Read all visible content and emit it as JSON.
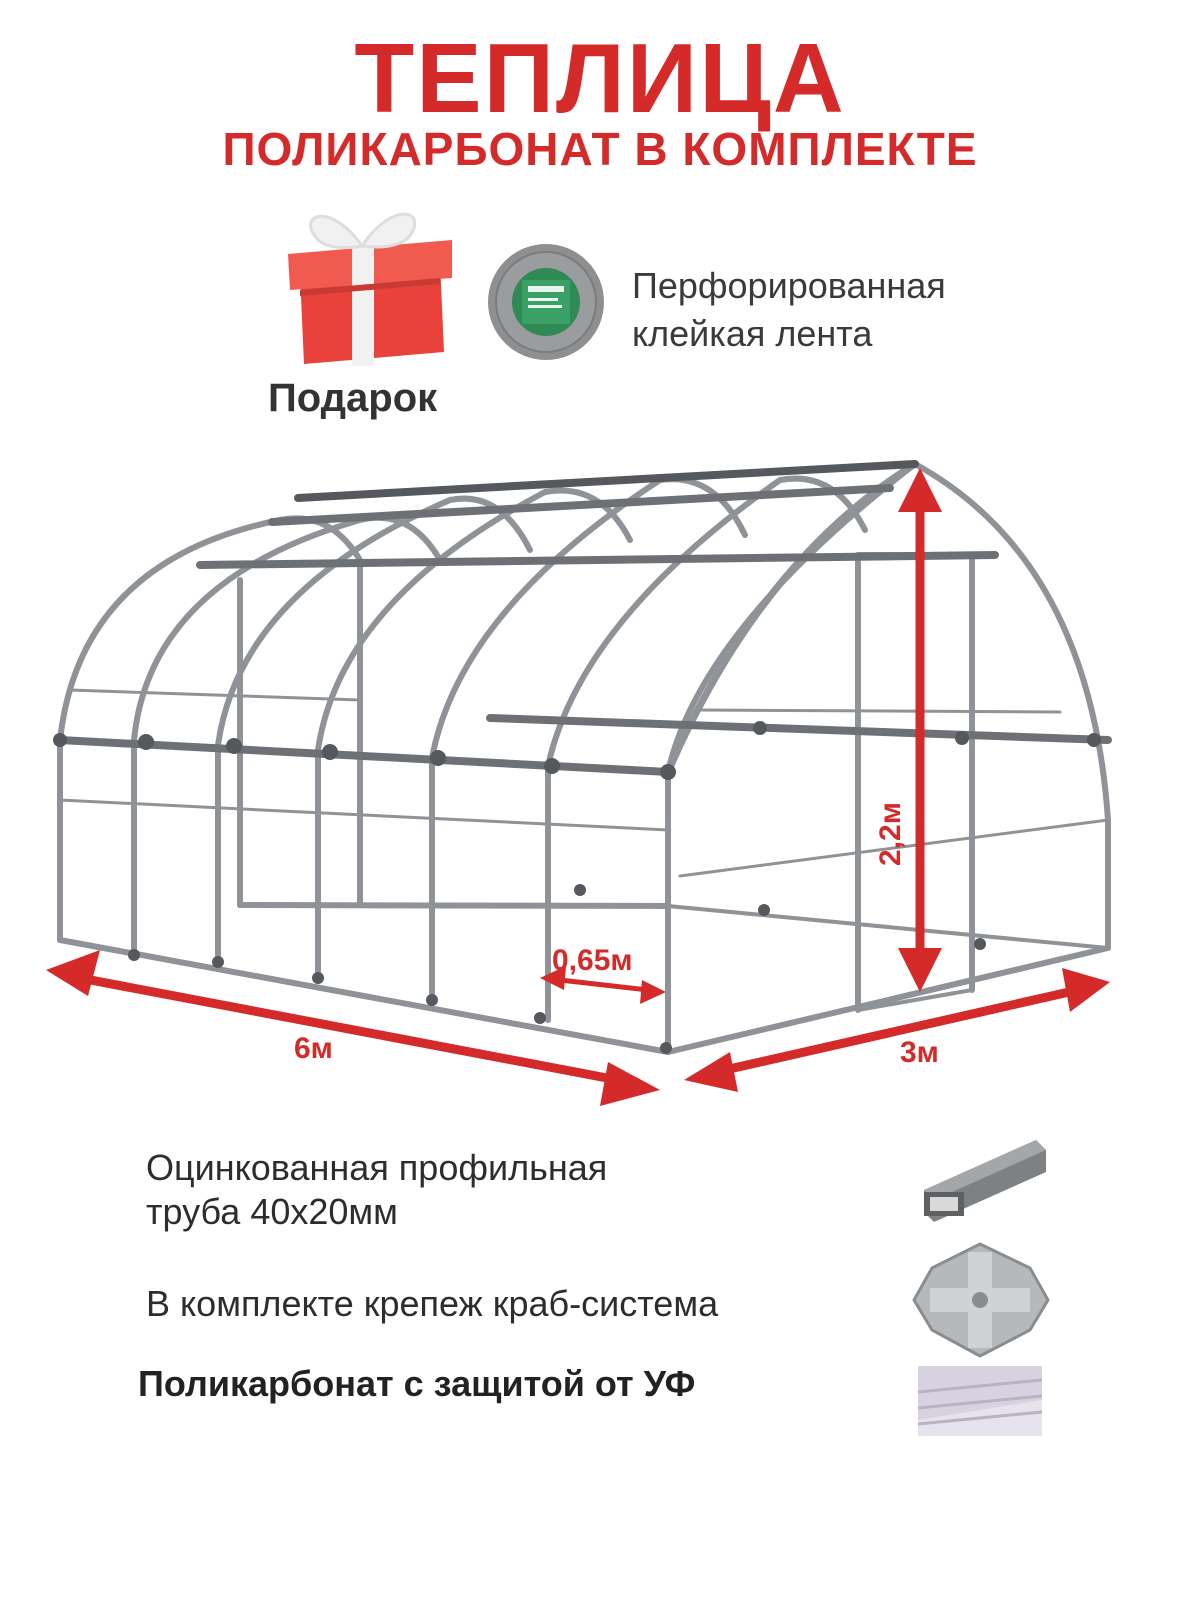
{
  "title": "ТЕПЛИЦА",
  "subtitle": "ПОЛИКАРБОНАТ В КОМПЛЕКТЕ",
  "gift": {
    "label": "Подарок"
  },
  "tape": {
    "line1": "Перфорированная",
    "line2": "клейкая лента"
  },
  "dimensions": {
    "length": "6м",
    "width": "3м",
    "height": "2,2м",
    "spacing": "0,65м"
  },
  "features": [
    {
      "line1": "Оцинкованная профильная",
      "line2": "труба  40х20мм"
    },
    {
      "line1": "В комплекте крепеж краб-система"
    },
    {
      "line1": "Поликарбонат с защитой от УФ"
    }
  ],
  "colors": {
    "accent_red": "#d42a2a",
    "frame": "#8f9296",
    "frame_dark": "#55585c"
  },
  "icons": [
    "gift-box-icon",
    "tape-roll-icon",
    "profile-pipe-icon",
    "crab-connector-icon",
    "polycarbonate-sheet-icon"
  ]
}
